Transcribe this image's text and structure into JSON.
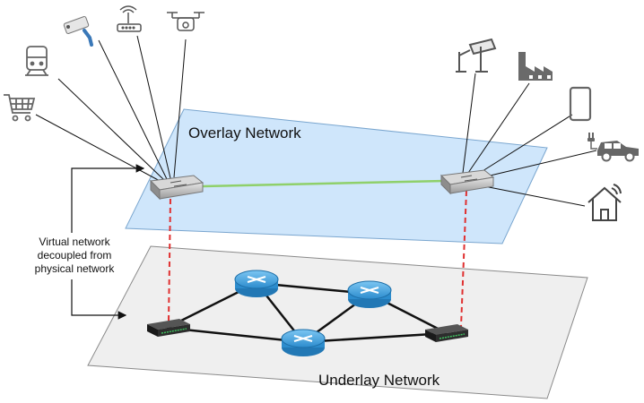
{
  "planes": {
    "overlay": {
      "label": "Overlay Network",
      "fill": "#cfe6fb",
      "stroke": "#7aa6cf"
    },
    "underlay": {
      "label": "Underlay Network",
      "fill": "#efefef",
      "stroke": "#8a8a8a"
    }
  },
  "annotation": {
    "lines": [
      "Virtual network",
      "decoupled from",
      "physical network"
    ]
  },
  "links": {
    "overlay_link_color": "#8fd06a",
    "mapping_line_color": "#e03030",
    "physical_link_color": "#111111",
    "device_connection_color": "#111111"
  },
  "left_devices": [
    "security-camera-icon",
    "wifi-router-icon",
    "drone-icon",
    "train-icon",
    "shopping-cart-icon"
  ],
  "right_devices": [
    "oil-pump-icon",
    "factory-icon",
    "smartphone-icon",
    "electric-car-icon",
    "smart-home-icon"
  ],
  "overlay_nodes": [
    "virtual-switch-left",
    "virtual-switch-right"
  ],
  "underlay_nodes": [
    "switch-left",
    "router-top-left",
    "router-top-right",
    "router-bottom",
    "switch-right"
  ],
  "colors": {
    "router": "#3a9bd8",
    "switch": "#2d2d2d",
    "icon": "#666666"
  }
}
